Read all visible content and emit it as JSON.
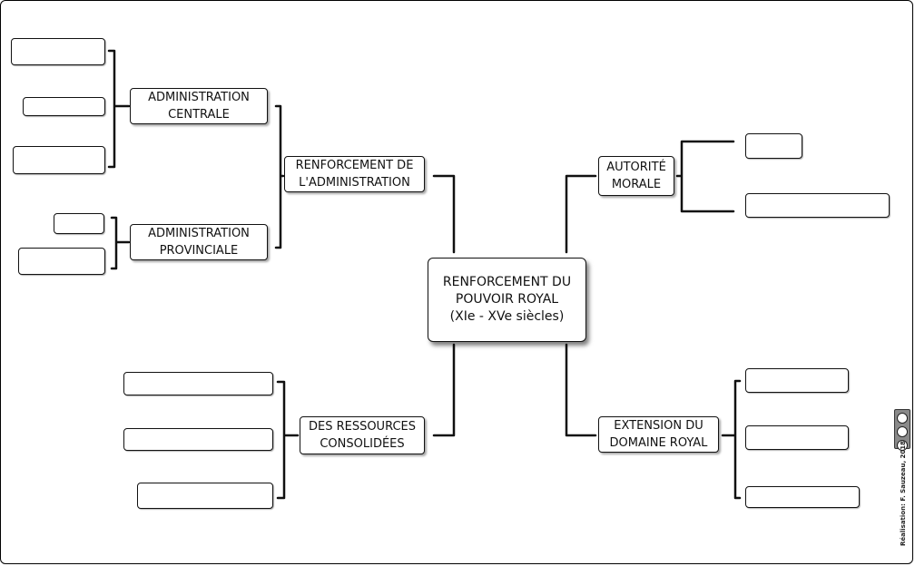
{
  "colors": {
    "line": "#111111",
    "box_border": "#111111",
    "background": "#ffffff"
  },
  "diagram": {
    "center": "RENFORCEMENT DU\nPOUVOIR ROYAL\n(XIe - XVe siècles)",
    "branches": {
      "administration": "RENFORCEMENT DE\nL'ADMINISTRATION",
      "admin_centrale": "ADMINISTRATION\nCENTRALE",
      "admin_provinciale": "ADMINISTRATION\nPROVINCIALE",
      "autorite_morale": "AUTORITÉ\nMORALE",
      "ressources": "DES RESSOURCES\nCONSOLIDÉES",
      "domaine": "EXTENSION DU\nDOMAINE ROYAL"
    },
    "blank_slots": {
      "admin_centrale": 3,
      "admin_provinciale": 2,
      "autorite_morale": 2,
      "ressources": 3,
      "domaine": 3
    }
  },
  "license": {
    "icon": "creative-commons-icon"
  },
  "credit": "Réalisation: F. Sauzeau, 2018"
}
